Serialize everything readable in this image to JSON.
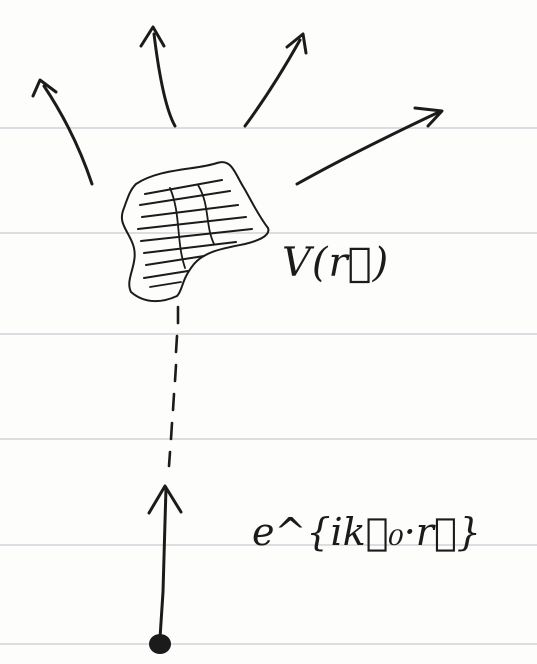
{
  "labels": {
    "potential": "V(r⃗)",
    "incident_wave": "e^{ik⃗₀·r⃗}"
  },
  "icons": {
    "source": "dot",
    "arrows": "arrow",
    "scatterer": "blob"
  },
  "colors": {
    "ink": "#1b1b1b",
    "paper": "#fdfdfc",
    "rule_lines": "#cfd3d8"
  }
}
